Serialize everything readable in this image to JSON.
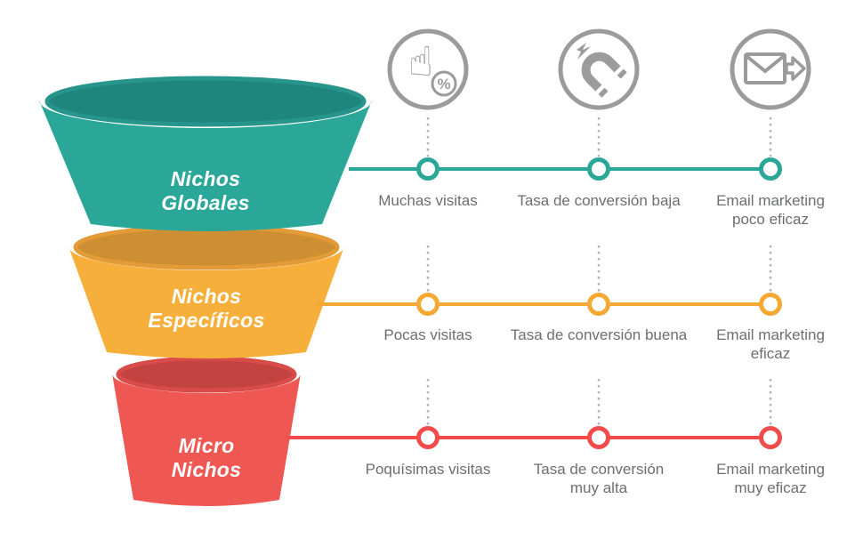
{
  "palette": {
    "teal": "#2BA79A",
    "teal_dark": "#1F867D",
    "teal_rim": "#27958B",
    "orange": "#F7AF3C",
    "orange_dark": "#CD8F31",
    "orange_rim": "#E29B36",
    "orange_line": "#F5A935",
    "red": "#EF5753",
    "red_dark": "#C24340",
    "red_rim": "#D84B49",
    "red_line": "#F04C4C",
    "icon_gray": "#9B9B9B",
    "label_gray": "#6D6E71",
    "dot_gray": "#B3B3B3",
    "tier_text": "#FFFFFF"
  },
  "funnel": {
    "tiers": [
      {
        "label": "Nichos\nGlobales",
        "color": "#2BA79A"
      },
      {
        "label": "Nichos\nEspecíficos",
        "color": "#F7AF3C"
      },
      {
        "label": "Micro\nNichos",
        "color": "#EF5753"
      }
    ]
  },
  "icons": [
    {
      "name": "click-rate-icon",
      "percent_label": "%"
    },
    {
      "name": "magnet-icon"
    },
    {
      "name": "email-send-icon"
    }
  ],
  "rows": [
    {
      "color": "#2BA79A",
      "labels": [
        "Muchas visitas",
        "Tasa de conversión baja",
        "Email marketing\npoco eficaz"
      ]
    },
    {
      "color": "#F5A935",
      "labels": [
        "Pocas visitas",
        "Tasa de conversión buena",
        "Email marketing\neficaz"
      ]
    },
    {
      "color": "#F04C4C",
      "labels": [
        "Poquísimas visitas",
        "Tasa de conversión\nmuy alta",
        "Email marketing\nmuy eficaz"
      ]
    }
  ]
}
